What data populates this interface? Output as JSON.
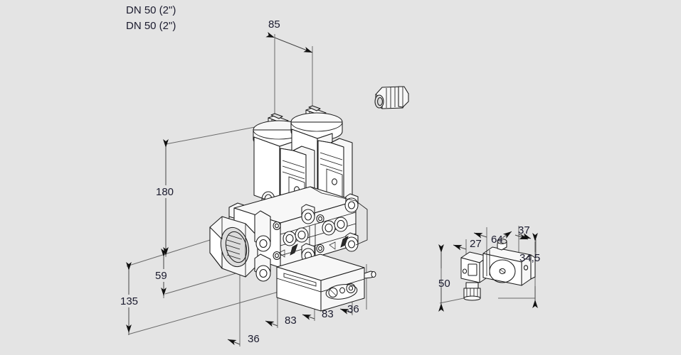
{
  "drawing": {
    "title": "Gas valve assembly dimensioned drawing",
    "background_color": "#e4e4e4",
    "line_color": "#1a1a1a",
    "text_color": "#1b1b2e",
    "units": "mm",
    "port_labels": [
      {
        "id": "port-upper",
        "text": "DN 50 (2\")"
      },
      {
        "id": "port-lower",
        "text": "DN 50 (2\")"
      }
    ],
    "dimensions": {
      "top": [
        {
          "id": "dim-85",
          "value": "85",
          "orientation": "depth"
        }
      ],
      "left": [
        {
          "id": "dim-180",
          "value": "180",
          "orientation": "vertical"
        },
        {
          "id": "dim-59",
          "value": "59",
          "orientation": "vertical"
        },
        {
          "id": "dim-135",
          "value": "135",
          "orientation": "vertical"
        }
      ],
      "bottom": [
        {
          "id": "dim-36-left",
          "value": "36",
          "orientation": "depth"
        },
        {
          "id": "dim-83-left",
          "value": "83",
          "orientation": "depth"
        },
        {
          "id": "dim-83-right",
          "value": "83",
          "orientation": "depth"
        },
        {
          "id": "dim-36-right",
          "value": "36",
          "orientation": "depth"
        }
      ],
      "detail": [
        {
          "id": "dim-27",
          "value": "27",
          "orientation": "depth"
        },
        {
          "id": "dim-64",
          "value": "64",
          "orientation": "depth"
        },
        {
          "id": "dim-37",
          "value": "37",
          "orientation": "depth"
        },
        {
          "id": "dim-34-5",
          "value": "34,5",
          "orientation": "vertical"
        },
        {
          "id": "dim-50",
          "value": "50",
          "orientation": "vertical"
        }
      ]
    },
    "parts": [
      {
        "id": "valve-assembly",
        "name": "double-solenoid-valve-body"
      },
      {
        "id": "cable-gland",
        "name": "cable-gland-connector"
      },
      {
        "id": "pressure-switch",
        "name": "pressure-switch-detail"
      }
    ]
  }
}
